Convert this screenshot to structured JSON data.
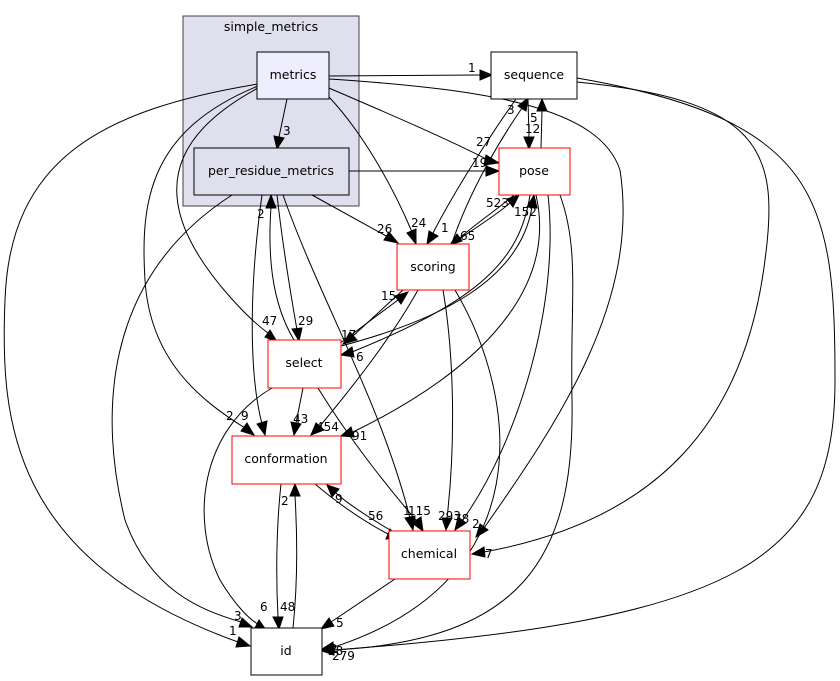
{
  "cluster": {
    "label": "simple_metrics",
    "fill": "#dfdfee",
    "stroke": "#404040"
  },
  "nodes": {
    "metrics": {
      "label": "metrics"
    },
    "per_residue_metrics": {
      "label": "per_residue_metrics"
    },
    "sequence": {
      "label": "sequence"
    },
    "pose": {
      "label": "pose"
    },
    "scoring": {
      "label": "scoring"
    },
    "select": {
      "label": "select"
    },
    "conformation": {
      "label": "conformation"
    },
    "chemical": {
      "label": "chemical"
    },
    "id": {
      "label": "id"
    }
  },
  "edge_labels": {
    "metrics_sequence": "1",
    "metrics_per_residue": "3",
    "sequence_scoring": "3",
    "sequence_pose": "5",
    "pose_sequence": "12",
    "metrics_pose": "27",
    "per_residue_pose": "19",
    "pose_scoring": "523",
    "scoring_pose": "65",
    "select_pose": "152",
    "per_residue_select": "2",
    "metrics_scoring": "24",
    "per_residue_scoring": "26",
    "scoring_sequence": "1",
    "metrics_select": "47",
    "per_residue_select2": "29",
    "scoring_select": "15",
    "select_scoring": "17",
    "pose_select": "6",
    "metrics_conformation": "2",
    "per_residue_conformation": "9",
    "select_conformation": "43",
    "scoring_conformation": "454",
    "pose_conformation": "91",
    "conformation_chemical": "9",
    "chemical_conformation": "56",
    "per_residue_chemical": "1",
    "select_chemical": "115",
    "scoring_chemical": "293",
    "pose_chemical": "78",
    "metrics_chemical": "2",
    "sequence_chemical": "7",
    "conformation_id": "6",
    "id_conformation": "48",
    "conformation_id2": "2",
    "per_residue_id": "3",
    "metrics_id": "1",
    "chemical_id": "5",
    "scoring_id": "28",
    "pose_id": "279",
    "sequence_id": "2"
  },
  "colors": {
    "node_default_stroke": "#000000",
    "node_red_stroke": "#ff0000",
    "node_red_fill": "#ffffff",
    "node_current_fill": "#eeeeff",
    "node_white_fill": "#ffffff"
  }
}
